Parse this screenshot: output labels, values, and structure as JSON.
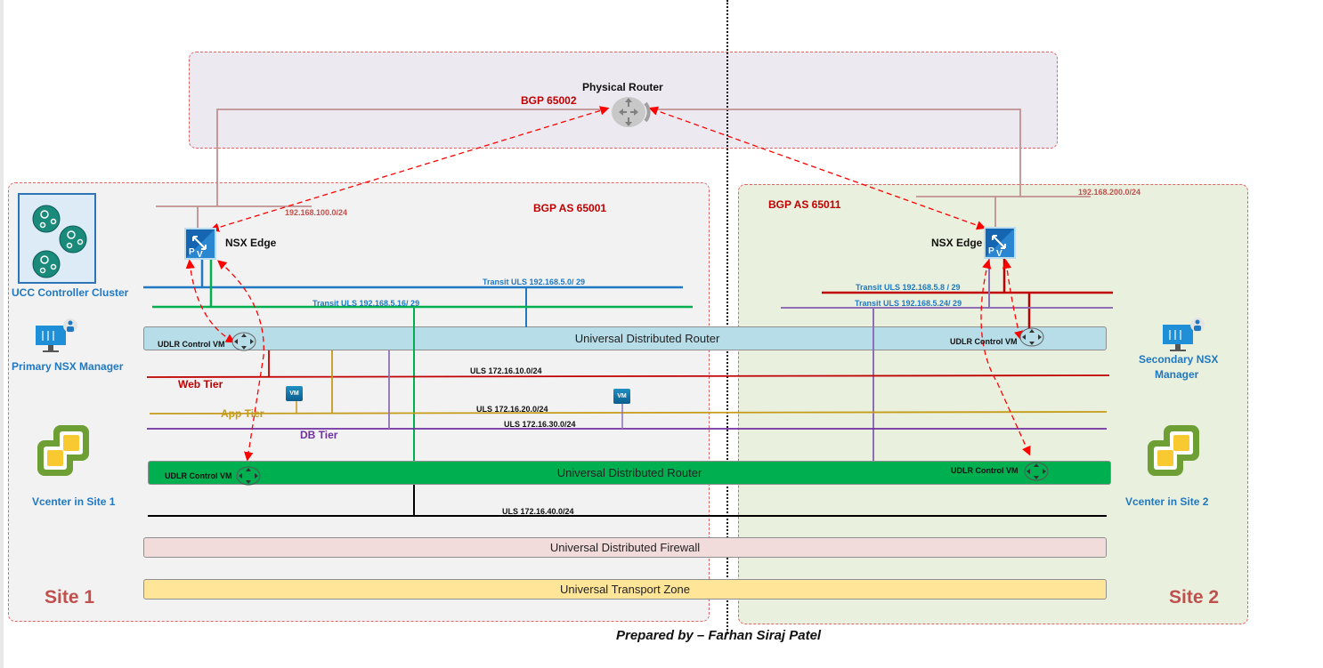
{
  "physical": {
    "title": "Physical Router",
    "bgp": "BGP 65002"
  },
  "site1": {
    "label": "Site 1",
    "bgp": "BGP AS 65001",
    "uplink_subnet": "192.168.100.0/24",
    "edge_label": "NSX Edge",
    "controller_label": "UCC Controller Cluster",
    "manager_label": "Primary NSX Manager",
    "vcenter_label": "Vcenter in Site 1",
    "transit1": "Transit ULS 192.168.5.0/ 29",
    "transit2": "Transit ULS 192.168.5.16/ 29"
  },
  "site2": {
    "label": "Site 2",
    "bgp": "BGP AS 65011",
    "uplink_subnet": "192.168.200.0/24",
    "edge_label": "NSX Edge",
    "manager_label_line1": "Secondary NSX",
    "manager_label_line2": "Manager",
    "vcenter_label": "Vcenter in Site 2",
    "transit1": "Transit ULS 192.168.5.8 / 29",
    "transit2": "Transit ULS 192.168.5.24/ 29"
  },
  "udr_top": {
    "label": "Universal Distributed Router",
    "control_vm_left": "UDLR Control VM",
    "control_vm_right": "UDLR Control VM"
  },
  "udr_bottom": {
    "label": "Universal Distributed Router",
    "control_vm_left": "UDLR Control VM",
    "control_vm_right": "UDLR Control VM"
  },
  "tiers": {
    "web": {
      "label": "Web Tier",
      "subnet": "ULS 172.16.10.0/24",
      "color": "#c00000"
    },
    "app": {
      "label": "App Tier",
      "subnet": "ULS 172.16.20.0/24",
      "color": "#c59b1a"
    },
    "db": {
      "label": "DB Tier",
      "subnet": "ULS 172.16.30.0/24",
      "color": "#7030a0"
    },
    "uls40": {
      "subnet": "ULS 172.16.40.0/24"
    }
  },
  "vm_label": "VM",
  "firewall": "Universal Distributed Firewall",
  "transport_zone": "Universal Transport Zone",
  "credit": "Prepared by – Farhan Siraj Patel"
}
